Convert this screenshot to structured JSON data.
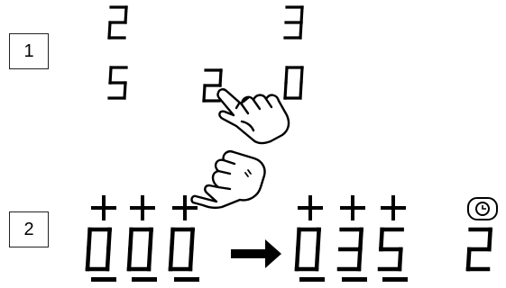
{
  "steps": [
    {
      "number": "1",
      "digits": [
        "2",
        "3",
        "5",
        "2",
        "0"
      ],
      "action": "tap-hand-icon"
    },
    {
      "number": "2",
      "from_digits": [
        "0",
        "0",
        "0"
      ],
      "to_digits": [
        "0",
        "3",
        "5"
      ],
      "timer_digit": "2",
      "plus_label": "+",
      "icons": [
        "tap-hand-icon",
        "right-arrow-icon",
        "clock-icon"
      ]
    }
  ]
}
